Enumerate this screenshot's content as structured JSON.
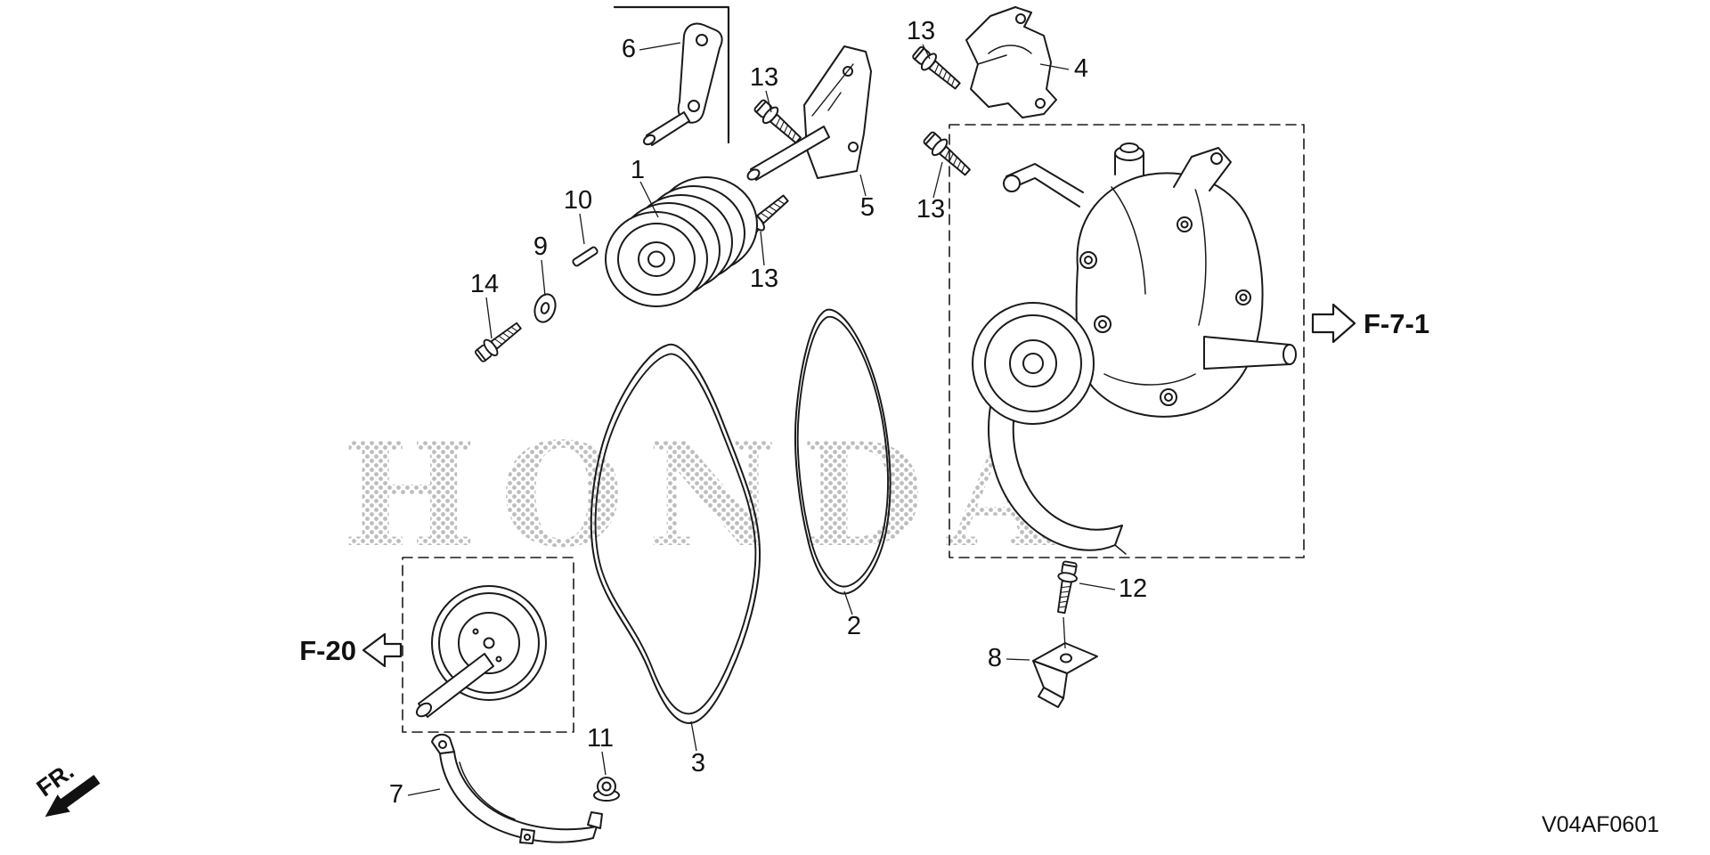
{
  "watermark": "HONDA",
  "drawing_code": "V04AF0601",
  "front_marker": "FR.",
  "references": {
    "pump_detail": "F-7-1",
    "pulley_detail": "F-20"
  },
  "callouts": {
    "c1": "1",
    "c2": "2",
    "c3": "3",
    "c4": "4",
    "c5": "5",
    "c6": "6",
    "c7": "7",
    "c8": "8",
    "c9": "9",
    "c10": "10",
    "c11": "11",
    "c12": "12",
    "c13a": "13",
    "c13b": "13",
    "c13c": "13",
    "c13d": "13",
    "c14": "14"
  },
  "colors": {
    "line": "#1a1a1a",
    "watermark_dot": "#bdbdbd",
    "background": "#ffffff"
  }
}
